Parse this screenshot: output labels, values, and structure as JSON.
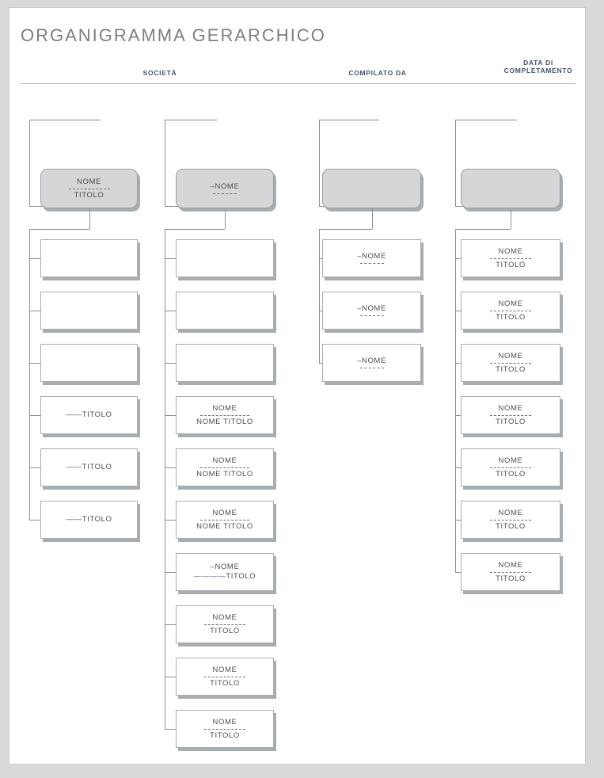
{
  "document": {
    "title": "ORGANIGRAMMA GERARCHICO",
    "header_fields": [
      {
        "id": "societa",
        "label": "SOCIETÀ"
      },
      {
        "id": "compilato_da",
        "label": "COMPILATO DA"
      },
      {
        "id": "data_di_completamento",
        "label": "DATA DI\nCOMPLETAMENTO"
      }
    ],
    "header_rule": true
  },
  "colors": {
    "page_background": "#ffffff",
    "outer_background": "#d9d9d9",
    "title_text": "#7b7f83",
    "header_label_text": "#46536b",
    "node_text": "#4a4f54",
    "node_border": "#a9aeb2",
    "node_shadow": "#a8adb1",
    "root_fill": "#d5d6d8",
    "connector_line": "#8a8f94"
  },
  "chart_data": {
    "type": "diagram",
    "title": "ORGANIGRAMMA GERARCHICO",
    "columns": [
      {
        "id": "column-1",
        "root": {
          "name": "NOME",
          "divider": true,
          "title": "TITOLO"
        },
        "children": [
          {
            "name": "",
            "divider": false,
            "title": ""
          },
          {
            "name": "",
            "divider": false,
            "title": ""
          },
          {
            "name": "",
            "divider": false,
            "title": ""
          },
          {
            "name": "",
            "divider": false,
            "title": "——TITOLO"
          },
          {
            "name": "",
            "divider": false,
            "title": "——TITOLO"
          },
          {
            "name": "",
            "divider": false,
            "title": "——TITOLO"
          }
        ]
      },
      {
        "id": "column-2",
        "root": {
          "name": "–NOME",
          "divider": true,
          "title": ""
        },
        "children": [
          {
            "name": "",
            "divider": false,
            "title": ""
          },
          {
            "name": "",
            "divider": false,
            "title": ""
          },
          {
            "name": "",
            "divider": false,
            "title": ""
          },
          {
            "name": "NOME",
            "divider": true,
            "title": "NOME TITOLO"
          },
          {
            "name": "NOME",
            "divider": true,
            "title": "NOME TITOLO"
          },
          {
            "name": "NOME",
            "divider": true,
            "title": "NOME TITOLO"
          },
          {
            "name": "–NOME",
            "divider": false,
            "title": "————TITOLO"
          },
          {
            "name": "NOME",
            "divider": true,
            "title": "TITOLO"
          },
          {
            "name": "NOME",
            "divider": true,
            "title": "TITOLO"
          },
          {
            "name": "NOME",
            "divider": true,
            "title": "TITOLO"
          }
        ]
      },
      {
        "id": "column-3",
        "root": {
          "name": "",
          "divider": false,
          "title": ""
        },
        "children": [
          {
            "name": "–NOME",
            "divider": true,
            "title": ""
          },
          {
            "name": "–NOME",
            "divider": true,
            "title": ""
          },
          {
            "name": "–NOME",
            "divider": true,
            "title": ""
          }
        ]
      },
      {
        "id": "column-4",
        "root": {
          "name": "",
          "divider": false,
          "title": ""
        },
        "children": [
          {
            "name": "NOME",
            "divider": true,
            "title": "TITOLO"
          },
          {
            "name": "NOME",
            "divider": true,
            "title": "TITOLO"
          },
          {
            "name": "NOME",
            "divider": true,
            "title": "TITOLO"
          },
          {
            "name": "NOME",
            "divider": true,
            "title": "TITOLO"
          },
          {
            "name": "NOME",
            "divider": true,
            "title": "TITOLO"
          },
          {
            "name": "NOME",
            "divider": true,
            "title": "TITOLO"
          },
          {
            "name": "NOME",
            "divider": true,
            "title": "TITOLO"
          }
        ]
      }
    ]
  }
}
